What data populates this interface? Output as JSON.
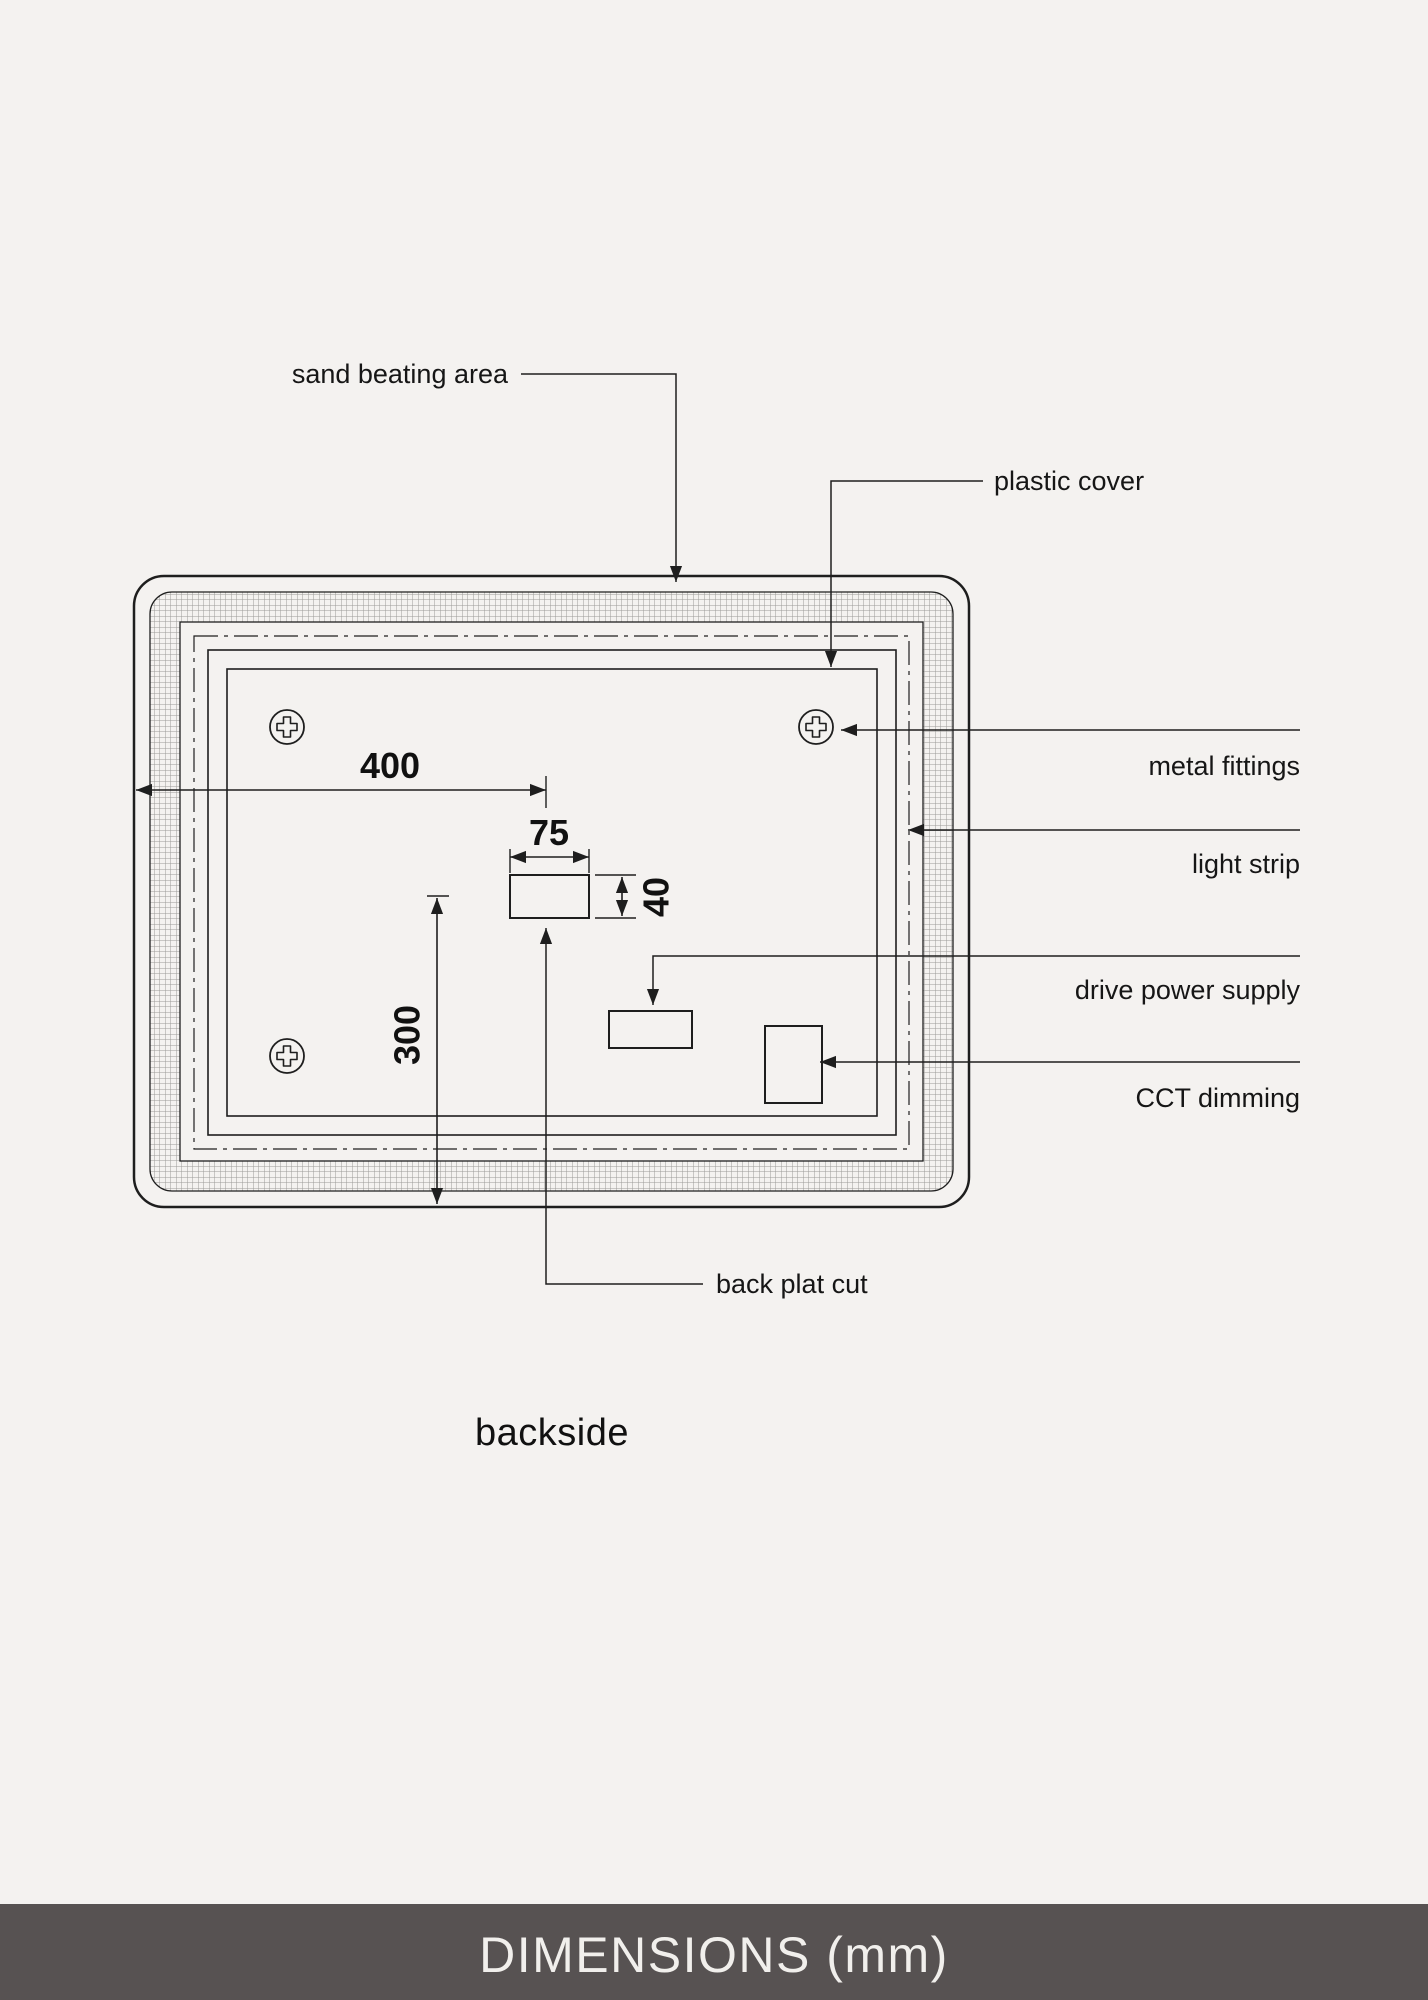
{
  "colors": {
    "background": "#f4f2f0",
    "line": "#1e1e1e",
    "footer_background": "#575252",
    "footer_text": "#f1efec"
  },
  "diagram": {
    "view_label": "backside",
    "callouts": {
      "sand_beating_area": "sand beating area",
      "plastic_cover": "plastic cover",
      "metal_fittings": "metal fittings",
      "light_strip": "light strip",
      "drive_power_supply": "drive power supply",
      "cct_dimming": "CCT dimming",
      "back_plat_cut": "back plat cut"
    },
    "dimensions_mm": {
      "overall_width": "400",
      "cut_width": "75",
      "cut_height": "40",
      "height": "300"
    }
  },
  "footer": {
    "title": "DIMENSIONS (mm)"
  }
}
